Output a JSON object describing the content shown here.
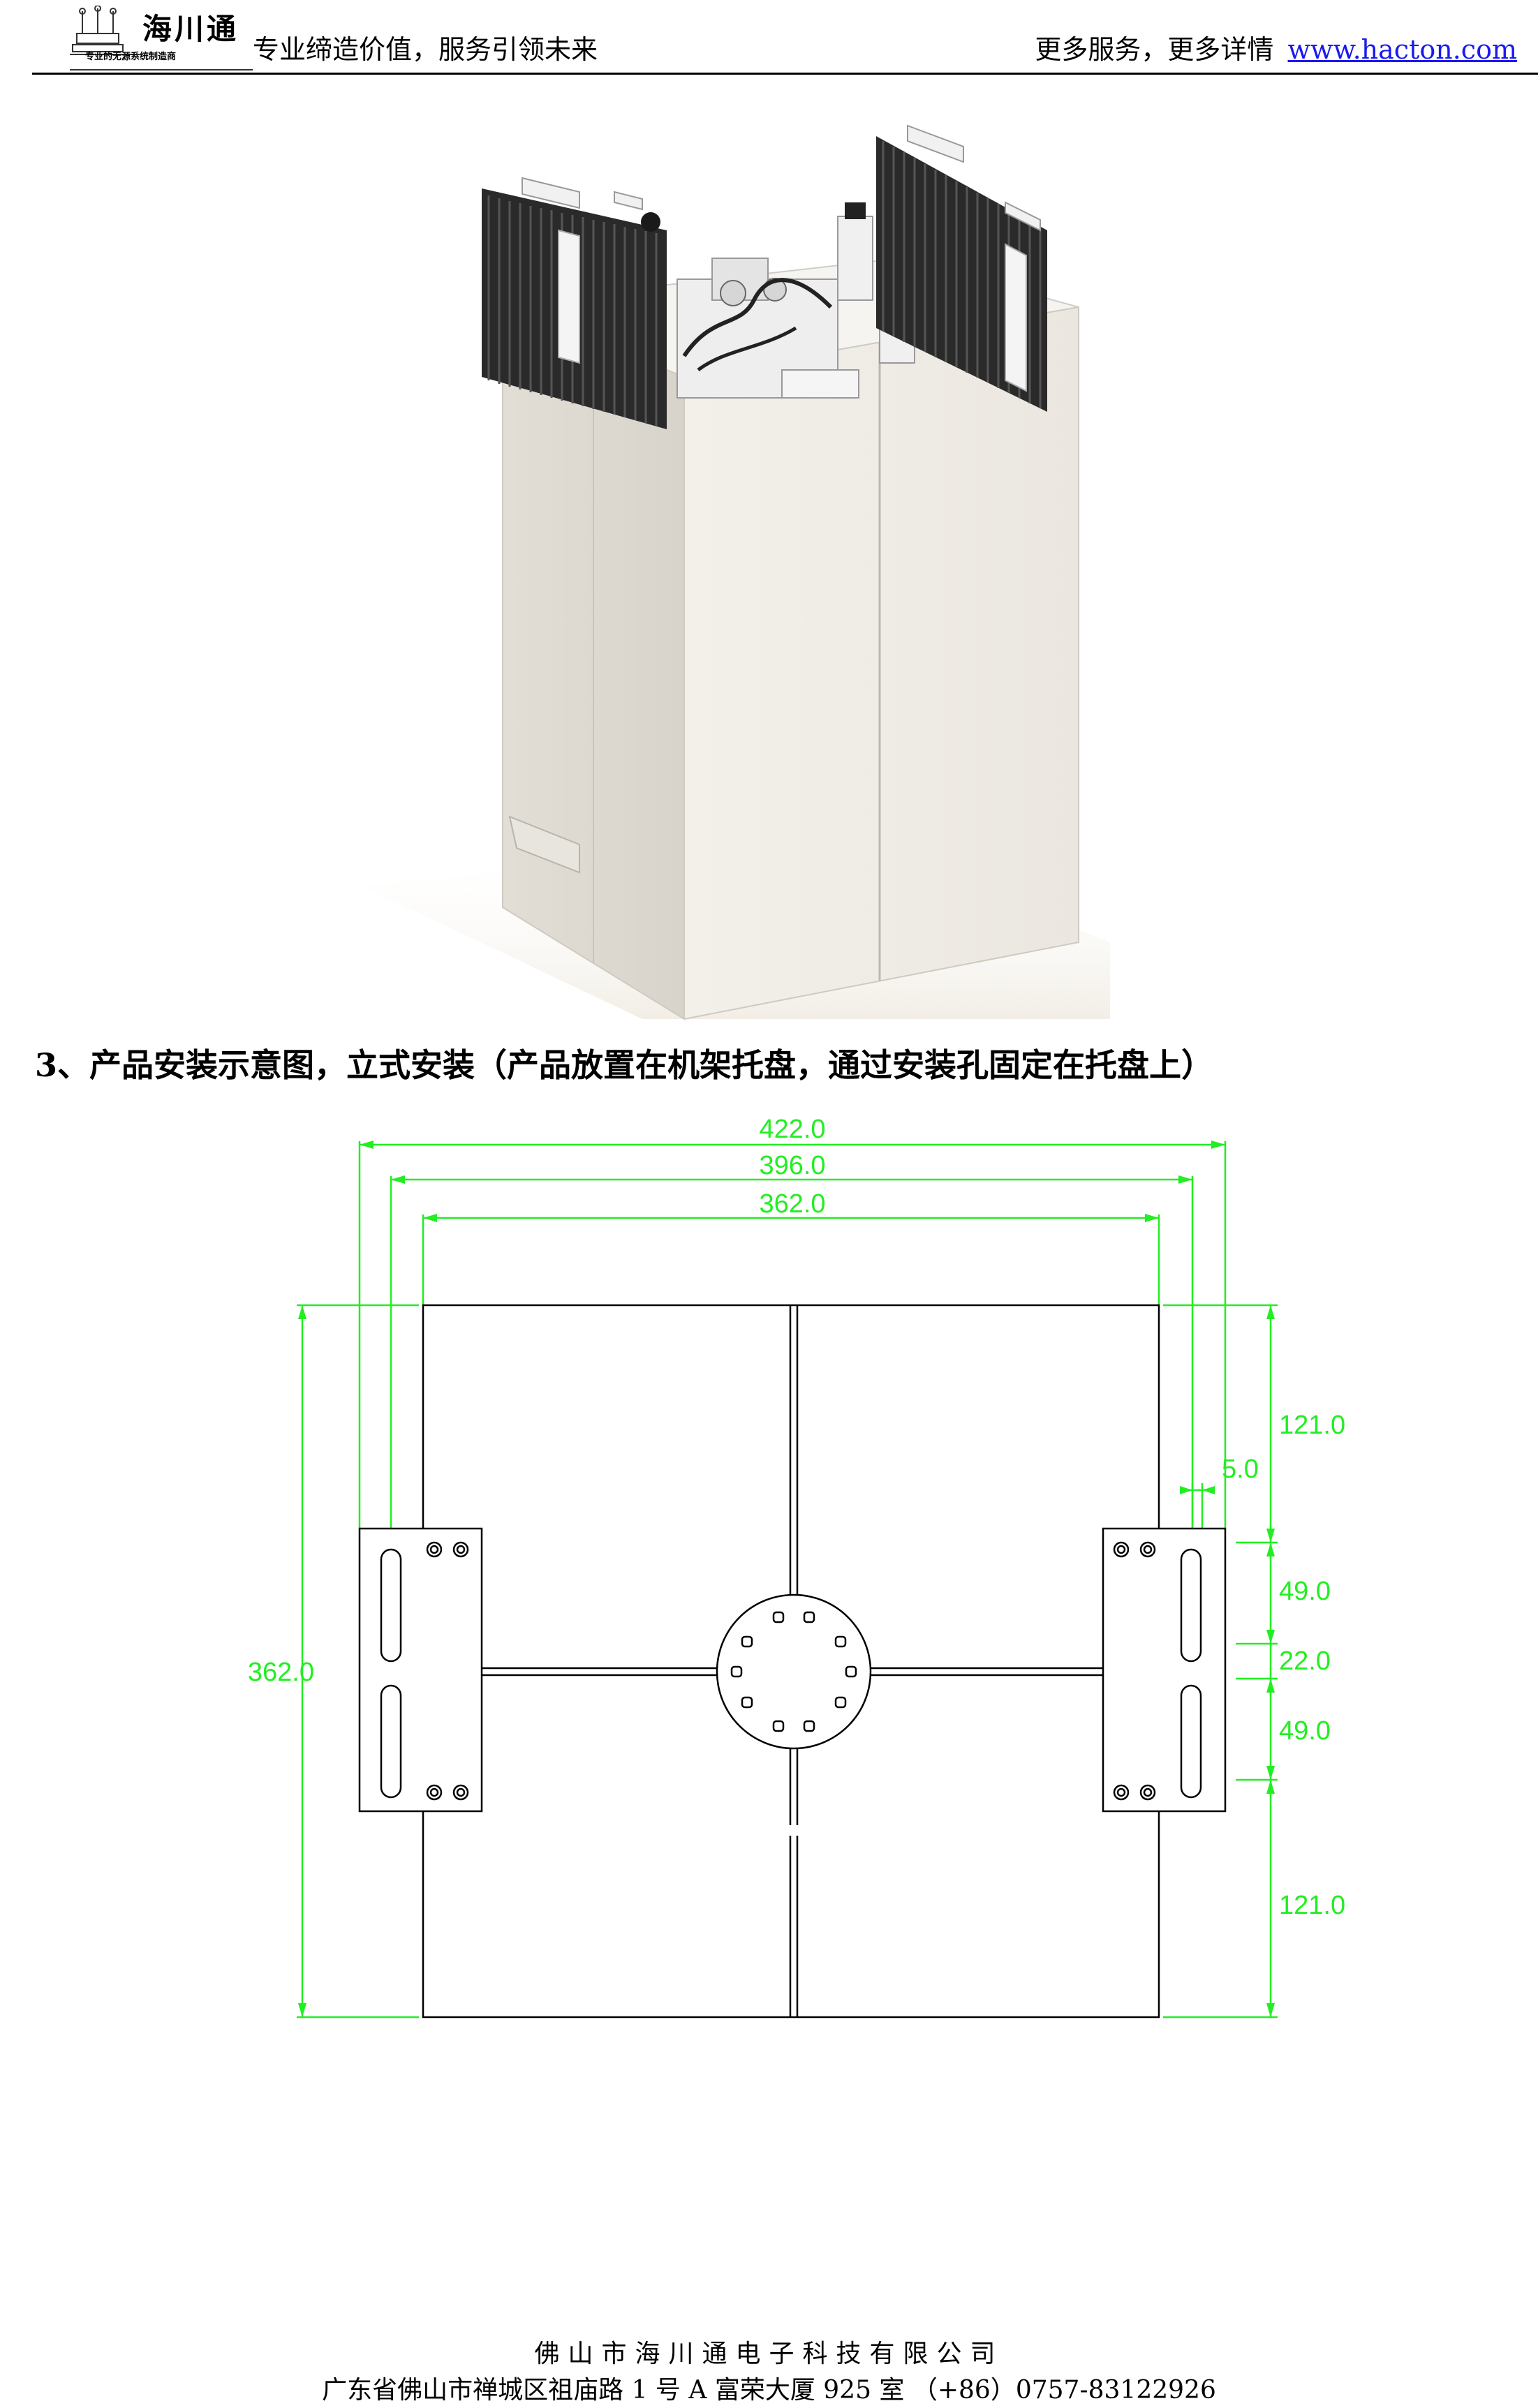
{
  "header": {
    "logo_name": "海川通",
    "logo_tagline": "专业的无源系统制造商",
    "slogan": "专业缔造价值，服务引领未来",
    "more_text": "更多服务，更多详情",
    "more_link": "www.hacton.com"
  },
  "section": {
    "heading": "3、产品安装示意图，立式安装（产品放置在机架托盘，通过安装孔固定在托盘上）"
  },
  "drawing": {
    "dim_width_outer": "422.0",
    "dim_width_holes": "396.0",
    "dim_width_body": "362.0",
    "dim_height_body": "362.0",
    "dim_top_offset": "121.0",
    "dim_slot_inset": "5.0",
    "dim_slot_upper": "49.0",
    "dim_slot_gap": "22.0",
    "dim_slot_lower": "49.0",
    "dim_bottom_offset": "121.0",
    "line_color": "#22ee22"
  },
  "footer": {
    "company": "佛山市海川通电子科技有限公司",
    "address": "广东省佛山市禅城区祖庙路 1 号 A 富荣大厦 925 室 （+86）0757-83122926"
  }
}
